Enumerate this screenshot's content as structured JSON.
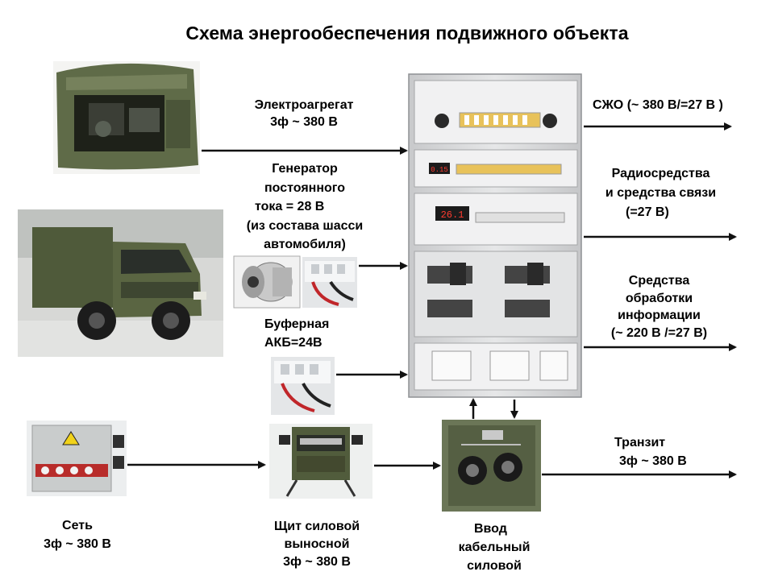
{
  "title": "Схема энергообеспечения подвижного объекта",
  "labels": {
    "generator_set": [
      "Электроагрегат",
      "3ф ~ 380 В"
    ],
    "dc_generator": [
      "Генератор",
      "постоянного",
      "тока  = 28 В",
      "(из состава шасси",
      "автомобиля)"
    ],
    "buffer_battery": [
      "Буферная",
      "АКБ=24В"
    ],
    "grid": [
      "Сеть",
      "3ф ~ 380 В"
    ],
    "remote_panel": [
      "Щит силовой",
      "выносной",
      "3ф ~ 380 В"
    ],
    "cable_input": [
      "Ввод",
      "кабельный",
      "силовой"
    ],
    "life_support": [
      "СЖО (~ 380 В/=27 В )"
    ],
    "radio": [
      "Радиосредства",
      "и средства связи",
      "(=27 В)"
    ],
    "info_processing": [
      "Средства",
      "обработки",
      "информации",
      "(~ 220 В /=27 В)"
    ],
    "transit": [
      "Транзит",
      "3ф ~ 380 В"
    ]
  },
  "cabinet": {
    "display_1": "0.15",
    "display_2": "26.1"
  },
  "colors": {
    "arrow": "#111111",
    "canvas_green": "#5e6a47",
    "cabinet_gray": "#d9dadb",
    "display_red": "#ff3b2f"
  }
}
